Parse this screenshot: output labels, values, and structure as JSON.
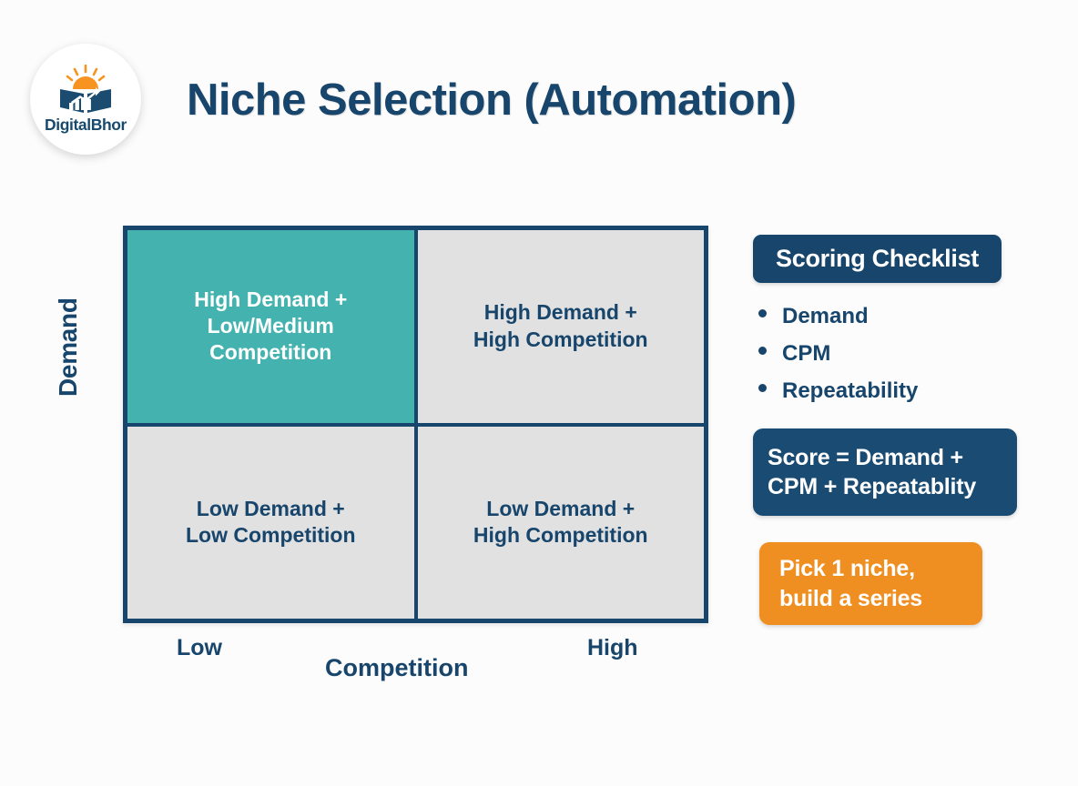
{
  "title": "Niche Selection (Automation)",
  "logo": {
    "wordmark": "DigitalBhor",
    "icon_name": "sunrise-over-book-icon"
  },
  "colors": {
    "navy": "#17456B",
    "teal": "#44B3B0",
    "gray": "#E1E1E1",
    "orange": "#EF8F22",
    "white": "#FFFFFF",
    "background": "#FCFCFC"
  },
  "matrix": {
    "y_axis_label": "Demand",
    "x_axis_label": "Competition",
    "x_axis_low": "Low",
    "x_axis_high": "High",
    "quadrants": [
      {
        "label": "High Demand +\nLow/Medium\nCompetition",
        "line1": "High Demand +",
        "line2": "Low/Medium",
        "line3": "Competition",
        "style": "highlight"
      },
      {
        "label": "High Demand +\nHigh Competition",
        "line1": "High Demand +",
        "line2": "High Competition",
        "line3": "",
        "style": "plain"
      },
      {
        "label": "Low Demand +\nLow Competition",
        "line1": "Low Demand +",
        "line2": "Low Competition",
        "line3": "",
        "style": "plain"
      },
      {
        "label": "Low Demand +\nHigh Competition",
        "line1": "Low Demand +",
        "line2": "High Competition",
        "line3": "",
        "style": "plain"
      }
    ]
  },
  "panel": {
    "checklist_header": "Scoring Checklist",
    "checklist_items": [
      "Demand",
      "CPM",
      "Repeatability"
    ],
    "score_formula_line1": "Score = Demand +",
    "score_formula_line2": "CPM + Repeatablity",
    "cta_line1": "Pick 1 niche,",
    "cta_line2": "build a series"
  }
}
